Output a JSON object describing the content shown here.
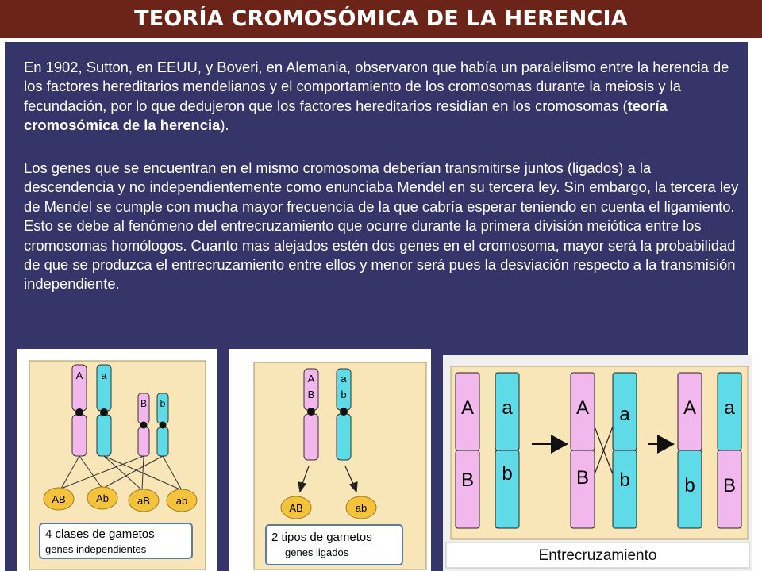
{
  "title": "TEORÍA CROMOSÓMICA DE LA HERENCIA",
  "paragraph1": {
    "before": "En 1902, Sutton, en EEUU, y Boveri, en Alemania, observaron que había un paralelismo entre la herencia de los factores hereditarios mendelianos y el comportamiento de los cromosomas durante la meiosis y la fecundación, por lo que dedujeron que los factores hereditarios residían en los cromosomas (",
    "bold": "teoría cromosómica de la herencia",
    "after": ")."
  },
  "paragraph2": "Los genes que se encuentran en el mismo cromosoma deberían transmitirse juntos (ligados) a la descendencia y no independientemente como enunciaba Mendel en su tercera ley. Sin embargo, la tercera ley de Mendel se cumple con mucha mayor frecuencia de la que cabría esperar teniendo en cuenta el ligamiento. Esto se debe al fenómeno del entrecruzamiento que ocurre durante la primera división meiótica entre los cromosomas homólogos. Cuanto mas alejados estén dos genes en el cromosoma, mayor será la probabilidad de que se produzca el entrecruzamiento entre ellos y menor será pues la desviación respecto a la transmisión independiente.",
  "figure_independent": {
    "chromosome_labels": [
      "A",
      "a",
      "B",
      "b"
    ],
    "gametes": [
      "AB",
      "Ab",
      "aB",
      "ab"
    ],
    "caption_line1": "4 clases de gametos",
    "caption_line2": "genes independientes"
  },
  "figure_linked": {
    "chromosome_labels": [
      "A",
      "B",
      "a",
      "b"
    ],
    "gametes": [
      "AB",
      "ab"
    ],
    "caption_line1": "2 tipos de gametos",
    "caption_line2": "genes ligados"
  },
  "figure_crossover": {
    "labels_before": [
      "A",
      "B",
      "a",
      "b"
    ],
    "labels_middle": [
      "A",
      "B",
      "a",
      "b"
    ],
    "labels_after": [
      "A",
      "b",
      "a",
      "B"
    ],
    "caption": "Entrecruzamiento"
  },
  "colors": {
    "title_bg": "#6d2418",
    "panel_bg": "#35356a",
    "chromosome_pink": "#f2b8ee",
    "chromosome_cyan": "#5fdbe8",
    "gamete_yellow": "#f5c33b",
    "figure_bg": "#f8e6b8"
  }
}
